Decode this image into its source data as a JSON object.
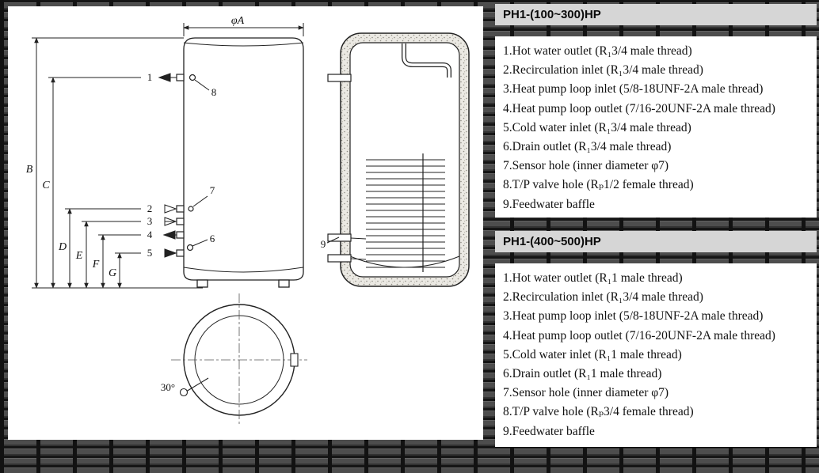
{
  "theme": {
    "panel_header_bg": "#d6d6d6",
    "panel_body_bg": "#ffffff",
    "background_block": "#4a4a4a",
    "line_color": "#222222"
  },
  "drawing": {
    "dims": {
      "phi_a": "φA",
      "b": "B",
      "c": "C",
      "d": "D",
      "e": "E",
      "f": "F",
      "g": "G",
      "angle": "30°"
    },
    "callouts": {
      "c1": "1",
      "c2": "2",
      "c3": "3",
      "c4": "4",
      "c5": "5",
      "c6": "6",
      "c7": "7",
      "c8": "8",
      "c9": "9"
    }
  },
  "panels": [
    {
      "title": "PH1-(100~300)HP",
      "items": [
        "1.Hot water outlet (R₁3/4 male thread)",
        "2.Recirculation inlet (R₁3/4 male thread)",
        "3.Heat pump loop inlet (5/8-18UNF-2A male thread)",
        "4.Heat pump loop outlet (7/16-20UNF-2A male thread)",
        "5.Cold water inlet (R₁3/4 male thread)",
        "6.Drain outlet (R₁3/4 male thread)",
        "7.Sensor hole (inner diameter φ7)",
        "8.T/P valve hole (Rₚ1/2 female thread)",
        "9.Feedwater baffle"
      ]
    },
    {
      "title": "PH1-(400~500)HP",
      "items": [
        "1.Hot water outlet (R₁1 male thread)",
        "2.Recirculation inlet (R₁3/4 male thread)",
        "3.Heat pump loop inlet (5/8-18UNF-2A male thread)",
        "4.Heat pump loop outlet (7/16-20UNF-2A male thread)",
        "5.Cold water inlet (R₁1 male thread)",
        "6.Drain outlet (R₁1 male thread)",
        "7.Sensor hole (inner diameter φ7)",
        "8.T/P valve hole (Rₚ3/4 female thread)",
        "9.Feedwater baffle"
      ]
    }
  ]
}
